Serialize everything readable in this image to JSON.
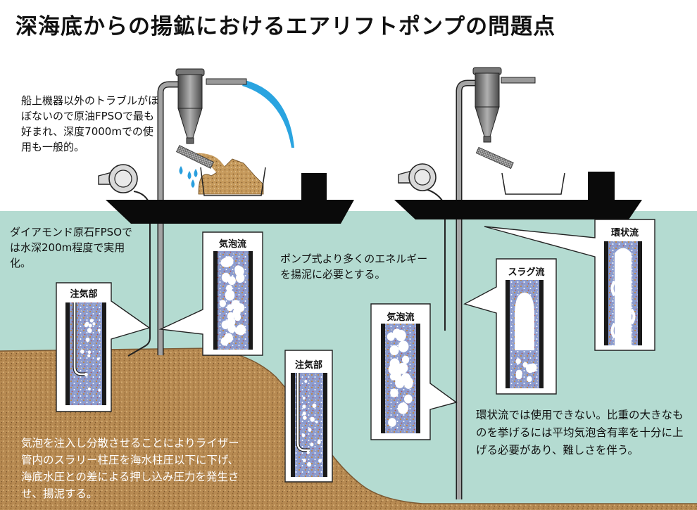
{
  "title": "深海底からの揚鉱におけるエアリフトポンプの問題点",
  "notes": {
    "fpso": "船上機器以外のトラブルがほぼないので原油FPSOで最も好まれ、深度7000mでの使用も一般的。",
    "diamond": "ダイアモンド原石FPSOでは水深200m程度で実用化。",
    "energy": "ポンプ式より多くのエネルギーを揚泥に必要とする。",
    "principle": "気泡を注入し分散させることによりライザー管内のスラリー柱圧を海水柱圧以下に下げ、海底水圧との差による押し込み圧力を発生させ、揚泥する。",
    "annular": "環状流では使用できない。比重の大きなものを挙げるには平均気泡含有率を十分に上げる必要があり、難しさを伴う。"
  },
  "panels": {
    "left_injection": "注気部",
    "left_bubbly": "気泡流",
    "right_injection": "注気部",
    "right_bubbly": "気泡流",
    "slug": "スラグ流",
    "annular": "環状流"
  },
  "colors": {
    "sea": "#b4dbd1",
    "seabed": "#b78a52",
    "ship": "#0a0a0a",
    "pipe": "#a4a4a4",
    "slurry": "#8c9ccf",
    "ore": "#c69a5c",
    "water_stream": "#2aa4e0"
  },
  "icons": [
    "cyclone-separator-icon",
    "sieve-icon",
    "water-drop-icon",
    "air-compressor-icon",
    "ship-icon"
  ]
}
